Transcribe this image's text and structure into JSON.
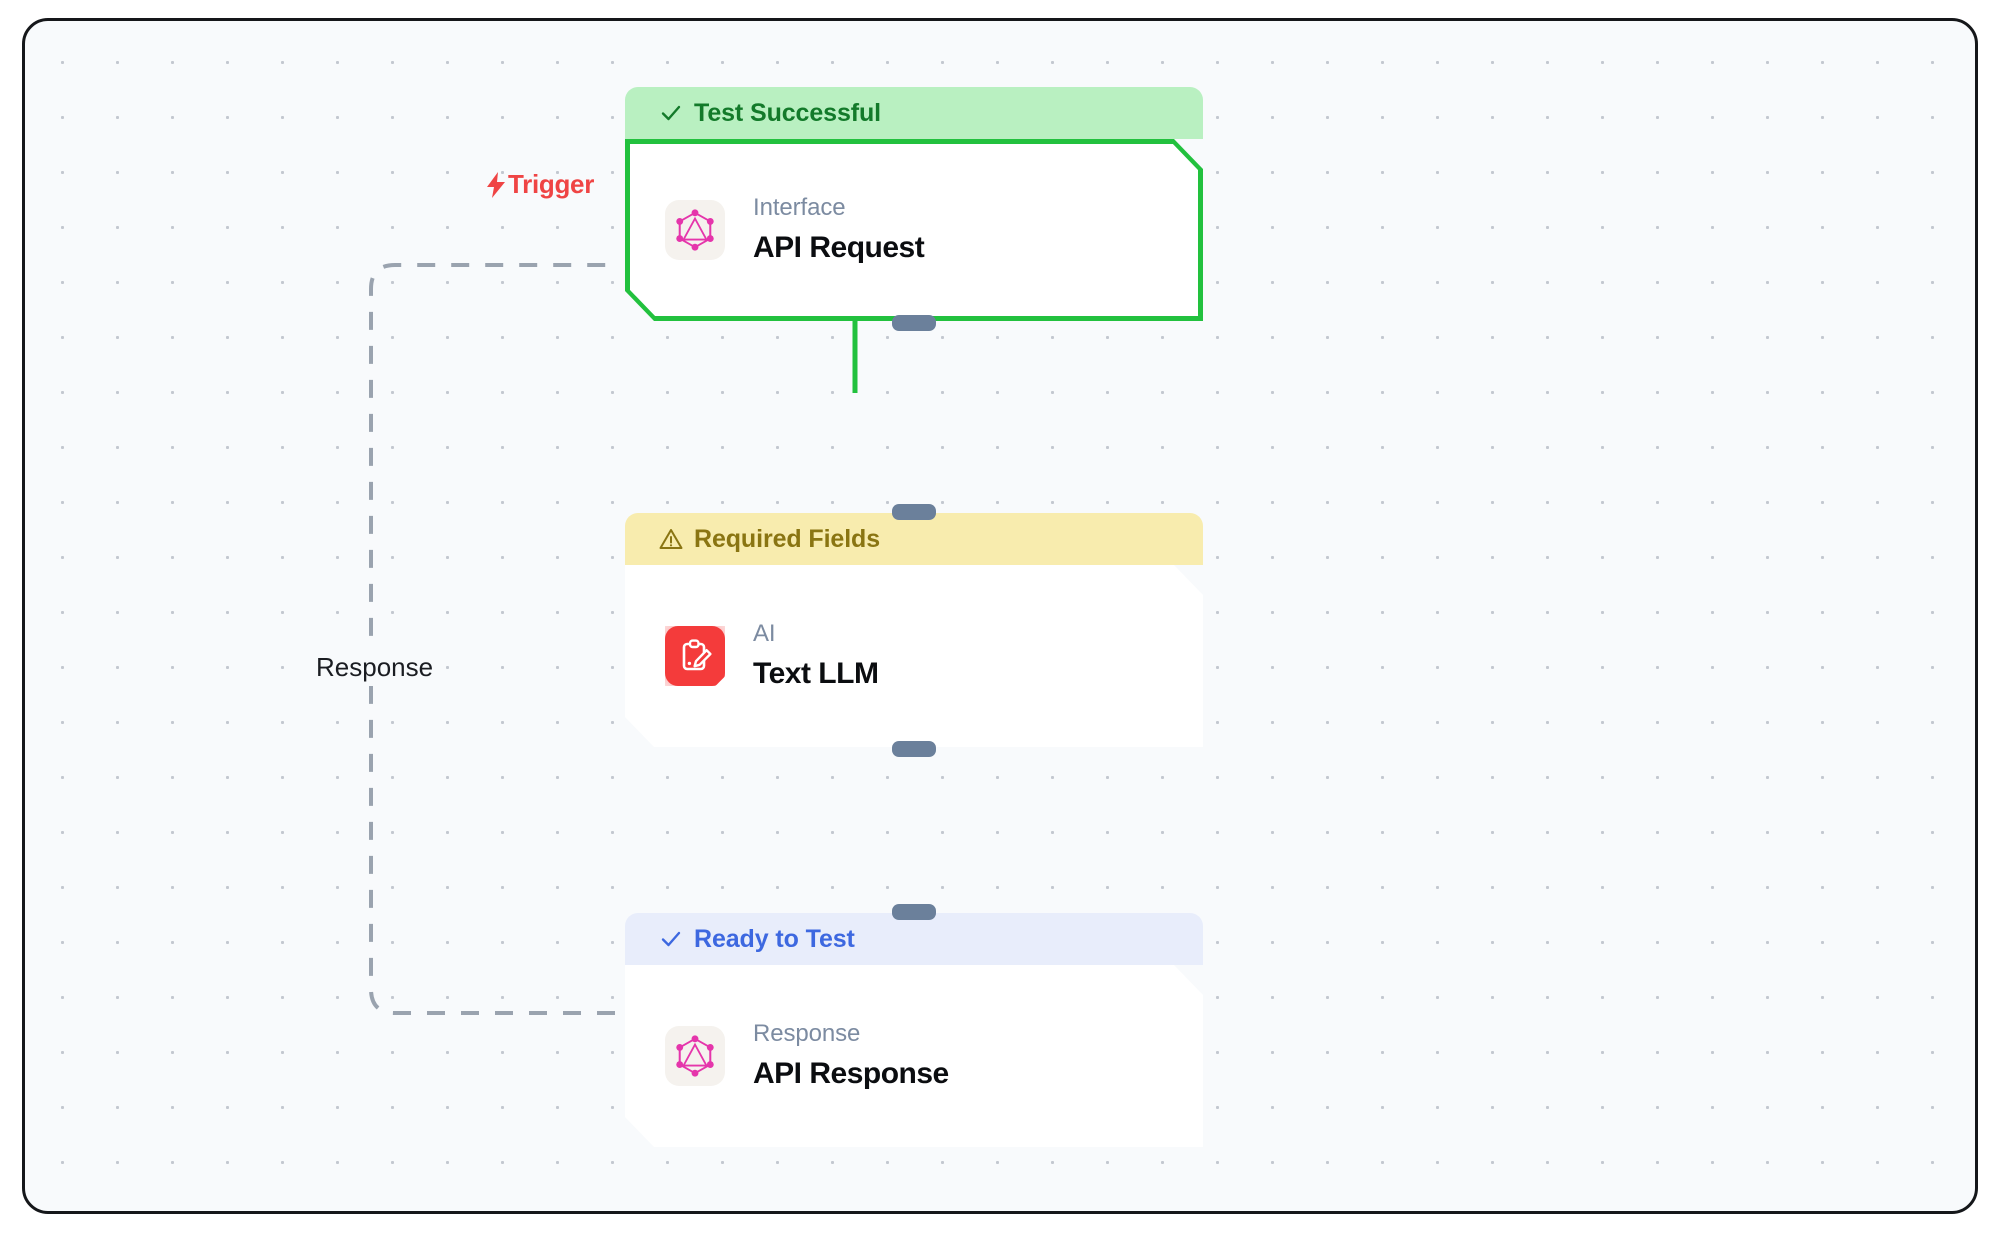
{
  "canvas": {
    "background_color": "#f8fafc",
    "grid_dot_color": "#c3c8d0",
    "border_color": "#15171a"
  },
  "edge_labels": {
    "trigger": {
      "text": "Trigger",
      "icon": "lightning-bolt-icon",
      "color": "#ef4444"
    },
    "response": {
      "text": "Response",
      "color": "#1b1d22"
    }
  },
  "nodes": [
    {
      "id": "api-request",
      "status": {
        "text": "Test Successful",
        "icon": "check-icon",
        "bg": "#b9f0c1",
        "fg": "#137a2a"
      },
      "icon": "graphql-icon",
      "kicker": "Interface",
      "title": "API Request",
      "outline_color": "#22c13e"
    },
    {
      "id": "text-llm",
      "status": {
        "text": "Required Fields",
        "icon": "warning-triangle-icon",
        "bg": "#f8ecae",
        "fg": "#8a7512"
      },
      "icon": "clipboard-edit-icon",
      "kicker": "AI",
      "title": "Text LLM",
      "outline_color": "#ffffff"
    },
    {
      "id": "api-response",
      "status": {
        "text": "Ready to Test",
        "icon": "check-icon",
        "bg": "#e8edfb",
        "fg": "#3d68e0"
      },
      "icon": "graphql-icon",
      "kicker": "Response",
      "title": "API Response",
      "outline_color": "#ffffff"
    }
  ],
  "edges": [
    {
      "from": "api-request",
      "to": "text-llm",
      "color": "#22c13e",
      "style": "solid"
    },
    {
      "from": "text-llm",
      "to": "api-response",
      "color": "#6b809b",
      "style": "solid"
    },
    {
      "from": "api-response",
      "to": "api-request",
      "color": "#9aa3af",
      "style": "dashed"
    }
  ]
}
